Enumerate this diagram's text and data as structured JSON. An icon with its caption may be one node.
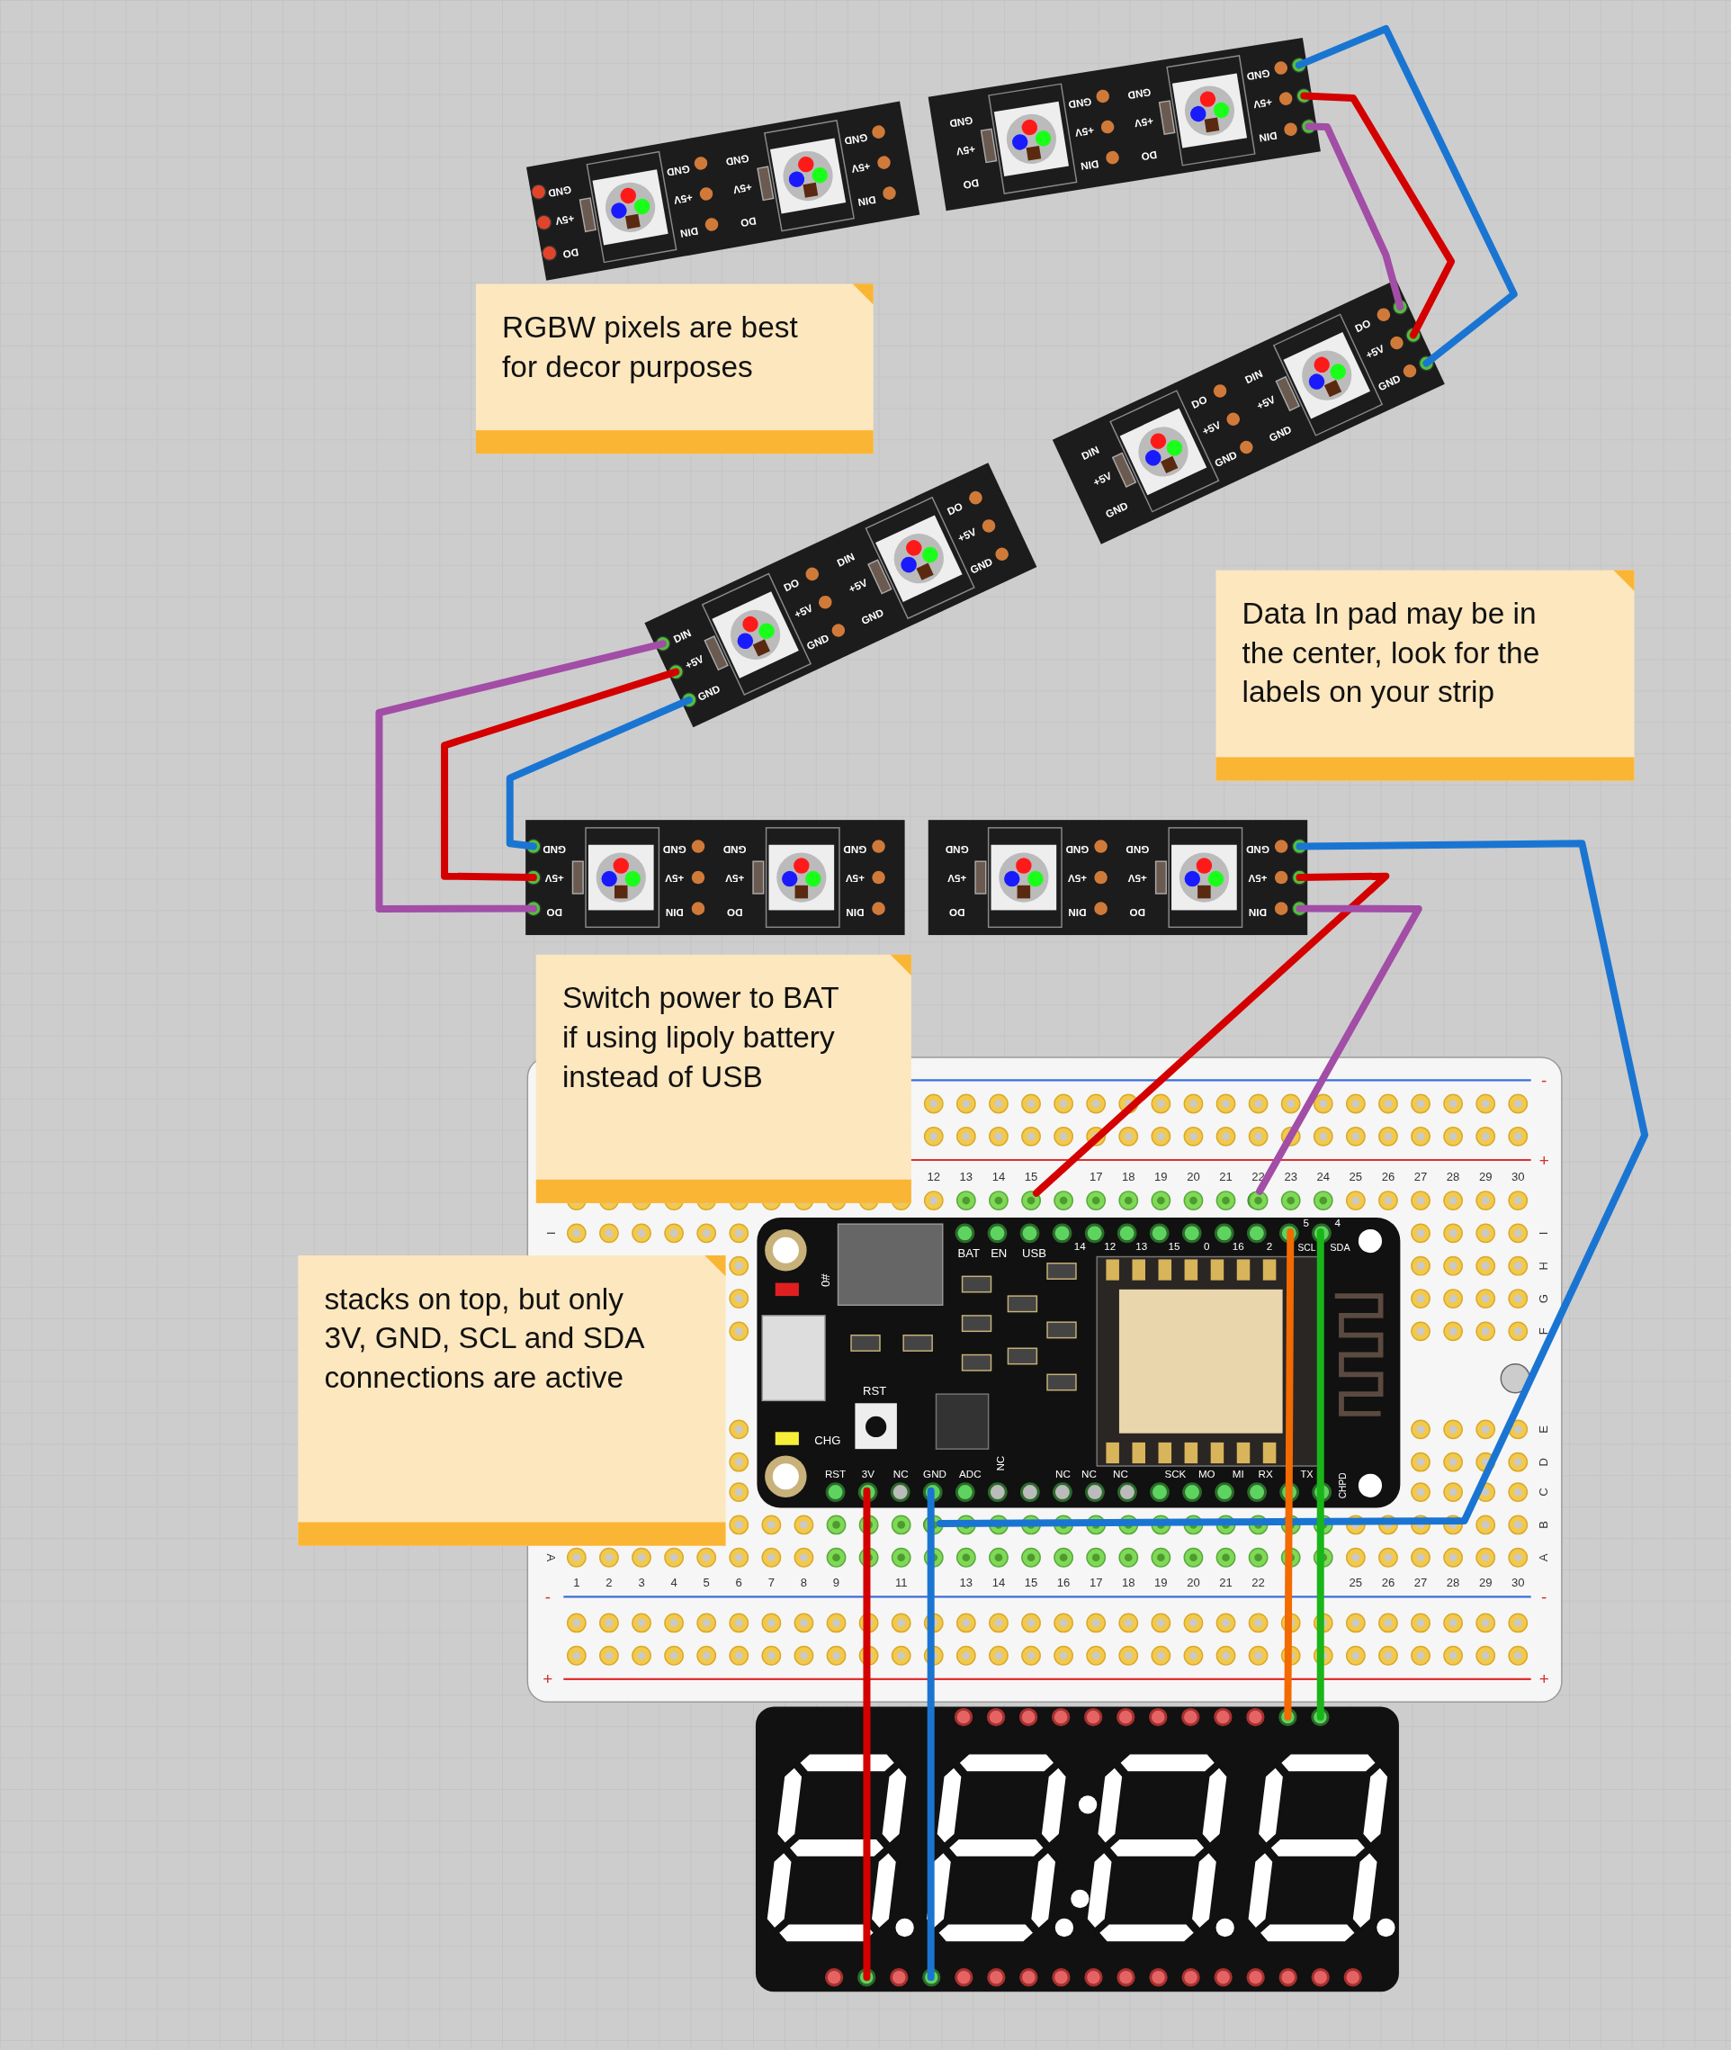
{
  "diagram": {
    "nodes": [
      {
        "text": [
          "GND",
          "+5V",
          "DO",
          "GND",
          "+5V",
          "DIN",
          "GND",
          "+5V",
          "DO",
          "GND",
          "+5V",
          "DIN"
        ]
      },
      {
        "text": [
          "GND",
          "+5V",
          "DO",
          "GND",
          "+5V",
          "DIN",
          "GND",
          "+5V",
          "DO",
          "GND",
          "+5V",
          "DIN"
        ]
      },
      {
        "text": [
          "RGBW pixels are best for decor purposes"
        ]
      },
      {
        "text": [
          "DIN",
          "+5V",
          "GND",
          "DO",
          "+5V",
          "GND",
          "DIN",
          "+5V",
          "GND",
          "DO",
          "+5V",
          "GND"
        ]
      },
      {
        "text": [
          "DIN",
          "+5V",
          "GND",
          "DO",
          "+5V",
          "GND",
          "DIN",
          "+5V",
          "GND",
          "DO",
          "+5V",
          "GND"
        ]
      },
      {
        "text": [
          "Data In pad may be in the center, look for the labels on your strip"
        ]
      },
      {
        "text": [
          "GND",
          "+5V",
          "DO",
          "GND",
          "+5V",
          "DIN",
          "GND",
          "+5V",
          "DO",
          "GND",
          "+5V",
          "DIN"
        ]
      },
      {
        "text": [
          "GND",
          "+5V",
          "DO",
          "GND",
          "+5V",
          "DIN",
          "GND",
          "+5V",
          "DO",
          "GND",
          "+5V",
          "DIN"
        ]
      },
      {
        "text": [
          "Switch power to BAT if using lipoly battery instead of USB"
        ]
      },
      {
        "text": [
          "12",
          "13",
          "14",
          "15",
          "17",
          "18",
          "19",
          "20",
          "21",
          "22",
          "23",
          "24",
          "25",
          "26",
          "27",
          "28",
          "29",
          "30",
          "1",
          "2",
          "3",
          "4",
          "5",
          "6",
          "7",
          "8",
          "9",
          "11",
          "13",
          "14",
          "15",
          "16",
          "17",
          "18",
          "19",
          "20",
          "21",
          "22",
          "25",
          "26",
          "27",
          "28",
          "29",
          "30",
          "I",
          "H",
          "G",
          "F",
          "E",
          "D",
          "C",
          "B",
          "A",
          "I",
          "A",
          "-",
          "+",
          "-",
          "-",
          "+",
          "+"
        ]
      },
      {
        "text": [
          "5",
          "4",
          "BAT",
          "EN",
          "USB",
          "14",
          "12",
          "13",
          "15",
          "0",
          "16",
          "2",
          "SCL",
          "SDA",
          "#0",
          "RST",
          "CHG",
          "RST",
          "3V",
          "NC",
          "GND",
          "ADC",
          "NC",
          "NC",
          "NC",
          "NC",
          "SCK",
          "MO",
          "MI",
          "RX",
          "TX",
          "CHPD"
        ],
        "in": 9
      },
      {
        "text": [
          "stacks on top, but only 3V, GND, SCL and SDA connections are active"
        ]
      },
      {
        "text": [],
        "shape": "picture"
      },
      {
        "text": [],
        "shape": "circle",
        "in": 9
      },
      {
        "text": [],
        "shape": "circle",
        "in": 9
      },
      {
        "text": [],
        "shape": "circle",
        "in": 9
      }
    ],
    "edges": [
      {
        "from": 1,
        "to": 3,
        "arrow": "none",
        "color": "#1a75d2"
      },
      {
        "from": 1,
        "to": 3,
        "arrow": "none",
        "color": "#d40000"
      },
      {
        "from": 1,
        "to": 3,
        "arrow": "none",
        "color": "#a24da6"
      },
      {
        "from": 4,
        "to": 6,
        "arrow": "none",
        "color": "#a24da6"
      },
      {
        "from": 4,
        "to": 6,
        "arrow": "none",
        "color": "#d40000"
      },
      {
        "from": 4,
        "to": 6,
        "arrow": "none",
        "color": "#1a75d2"
      },
      {
        "from": 7,
        "to": 15,
        "arrow": "none",
        "color": "#1a75d2"
      },
      {
        "from": 7,
        "to": 13,
        "arrow": "none",
        "color": "#d40000"
      },
      {
        "from": 7,
        "to": 14,
        "arrow": "none",
        "color": "#a24da6"
      },
      {
        "from": 10,
        "to": 12,
        "arrow": "none",
        "color": "#d40000"
      },
      {
        "from": 10,
        "to": 12,
        "arrow": "none",
        "color": "#1a75d2"
      },
      {
        "from": 10,
        "to": 12,
        "arrow": "none",
        "color": "#f26a00"
      },
      {
        "from": 10,
        "to": 12,
        "arrow": "none",
        "color": "#19b519"
      }
    ]
  }
}
